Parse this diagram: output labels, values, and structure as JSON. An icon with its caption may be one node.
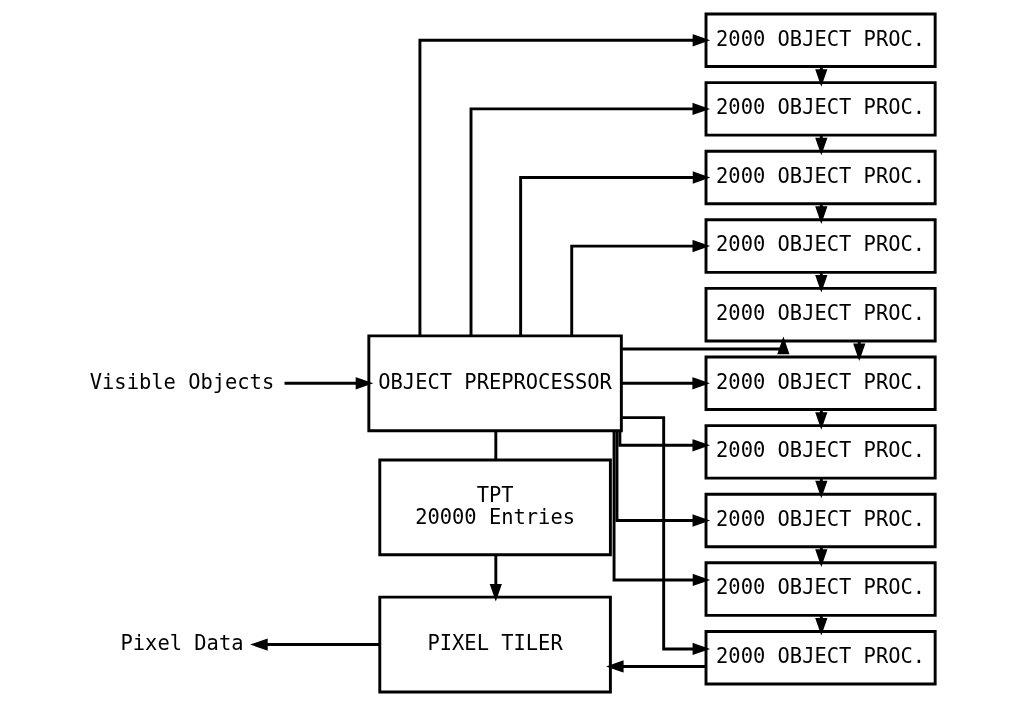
{
  "diagram": {
    "nodes": [
      {
        "text": [
          "Visible Objects"
        ]
      },
      {
        "text": [
          "OBJECT PREPROCESSOR"
        ]
      },
      {
        "text": [
          "TPT",
          "20000 Entries"
        ]
      },
      {
        "text": [
          "PIXEL TILER"
        ]
      },
      {
        "text": [
          "Pixel Data"
        ]
      },
      {
        "text": [
          "2000 OBJECT PROC."
        ]
      },
      {
        "text": [
          "2000 OBJECT PROC."
        ]
      },
      {
        "text": [
          "2000 OBJECT PROC."
        ]
      },
      {
        "text": [
          "2000 OBJECT PROC."
        ]
      },
      {
        "text": [
          "2000 OBJECT PROC."
        ]
      },
      {
        "text": [
          "2000 OBJECT PROC."
        ]
      },
      {
        "text": [
          "2000 OBJECT PROC."
        ]
      },
      {
        "text": [
          "2000 OBJECT PROC."
        ]
      },
      {
        "text": [
          "2000 OBJECT PROC."
        ]
      },
      {
        "text": [
          "2000 OBJECT PROC."
        ]
      }
    ],
    "edges": [
      {
        "from": 0,
        "to": 1,
        "arrow": "to"
      },
      {
        "from": 1,
        "to": 2,
        "arrow": "none"
      },
      {
        "from": 2,
        "to": 3,
        "arrow": "to"
      },
      {
        "from": 3,
        "to": 4,
        "arrow": "to"
      },
      {
        "from": 1,
        "to": 5,
        "arrow": "to"
      },
      {
        "from": 1,
        "to": 6,
        "arrow": "to"
      },
      {
        "from": 1,
        "to": 7,
        "arrow": "to"
      },
      {
        "from": 1,
        "to": 8,
        "arrow": "to"
      },
      {
        "from": 1,
        "to": 9,
        "arrow": "to"
      },
      {
        "from": 1,
        "to": 10,
        "arrow": "to"
      },
      {
        "from": 1,
        "to": 11,
        "arrow": "to"
      },
      {
        "from": 1,
        "to": 12,
        "arrow": "to"
      },
      {
        "from": 1,
        "to": 13,
        "arrow": "to"
      },
      {
        "from": 1,
        "to": 14,
        "arrow": "to"
      },
      {
        "from": 5,
        "to": 6,
        "arrow": "to"
      },
      {
        "from": 6,
        "to": 7,
        "arrow": "to"
      },
      {
        "from": 7,
        "to": 8,
        "arrow": "to"
      },
      {
        "from": 8,
        "to": 9,
        "arrow": "to"
      },
      {
        "from": 9,
        "to": 10,
        "arrow": "to"
      },
      {
        "from": 10,
        "to": 11,
        "arrow": "to"
      },
      {
        "from": 11,
        "to": 12,
        "arrow": "to"
      },
      {
        "from": 12,
        "to": 13,
        "arrow": "to"
      },
      {
        "from": 13,
        "to": 14,
        "arrow": "to"
      },
      {
        "from": 14,
        "to": 3,
        "arrow": "to"
      }
    ]
  }
}
